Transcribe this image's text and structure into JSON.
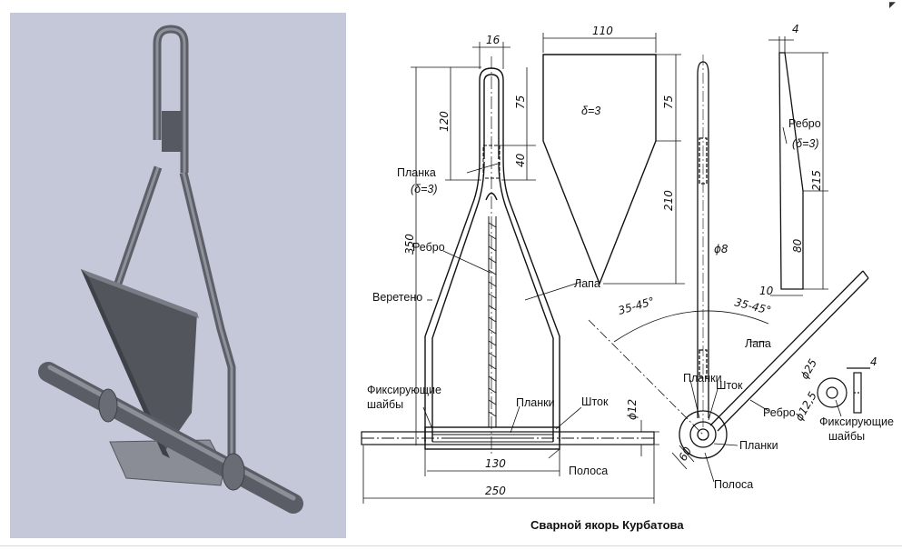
{
  "labels": {
    "planka": "Планка",
    "planka_thickness": "(δ=3)",
    "rebro_left": "Ребро",
    "lapa_left": "Лапа",
    "vereteno": "Веретено",
    "fixing_washers_left_1": "Фиксирующие",
    "fixing_washers_left_2": "шайбы",
    "planki_front": "Планки",
    "shtok_front": "Шток",
    "polosa_front": "Полоса",
    "plate_thickness": "δ=3",
    "rebro_right": "Ребро",
    "rebro_right_thickness": "(δ=3)",
    "lapa_side": "Лапа",
    "planki_side_top": "Планки",
    "shtok_side": "Шток",
    "planki_side_bottom": "Планки",
    "polosa_side": "Полоса",
    "rebro_side": "Ребро",
    "fixing_washers_right_1": "Фиксирующие",
    "fixing_washers_right_2": "шайбы"
  },
  "dimensions": {
    "d16": "16",
    "d110": "110",
    "d4_top": "4",
    "d75_left": "75",
    "d120": "120",
    "d40": "40",
    "d350": "350",
    "d75_plate": "75",
    "d210": "210",
    "phi8": "ϕ8",
    "d215": "215",
    "d80": "80",
    "d10": "10",
    "angle_left": "35-45°",
    "angle_right": "35-45°",
    "phi12": "ϕ12",
    "d130": "130",
    "d250": "250",
    "d60": "60",
    "phi25": "ϕ25",
    "phi12_5": "ϕ12,5",
    "d4_washer": "4"
  },
  "caption": "Сварной якорь Курбатова",
  "colors": {
    "render_bg": "#c4c8d8",
    "metal": "#6e7079",
    "metal_dark": "#43454c",
    "metal_light": "#9a9ca5",
    "ink": "#111111"
  }
}
